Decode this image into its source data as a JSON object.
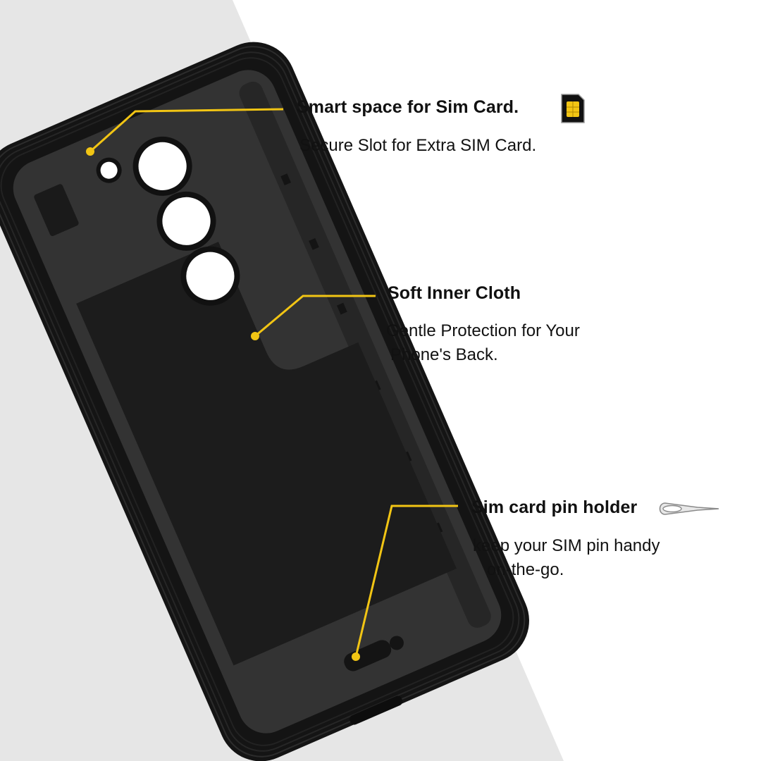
{
  "colors": {
    "background": "#ffffff",
    "diagonal_panel": "#e6e6e6",
    "case_body": "#1c1c1c",
    "case_inner": "#2e2e2e",
    "inner_cloth": "#1a1a1a",
    "accent_yellow": "#f2c514",
    "text": "#111111"
  },
  "callouts": [
    {
      "title": "Smart space for Sim Card.",
      "icon": "sim-card-icon",
      "description_lines": [
        "Secure Slot for Extra SIM Card."
      ]
    },
    {
      "title": "Soft Inner Cloth",
      "icon": "",
      "description_lines": [
        "Gentle Protection for Your",
        "Phone's Back."
      ]
    },
    {
      "title": "Sim card pin holder",
      "icon": "sim-eject-pin-icon",
      "description_lines": [
        "keep your SIM pin handy",
        "on-the-go."
      ]
    }
  ]
}
